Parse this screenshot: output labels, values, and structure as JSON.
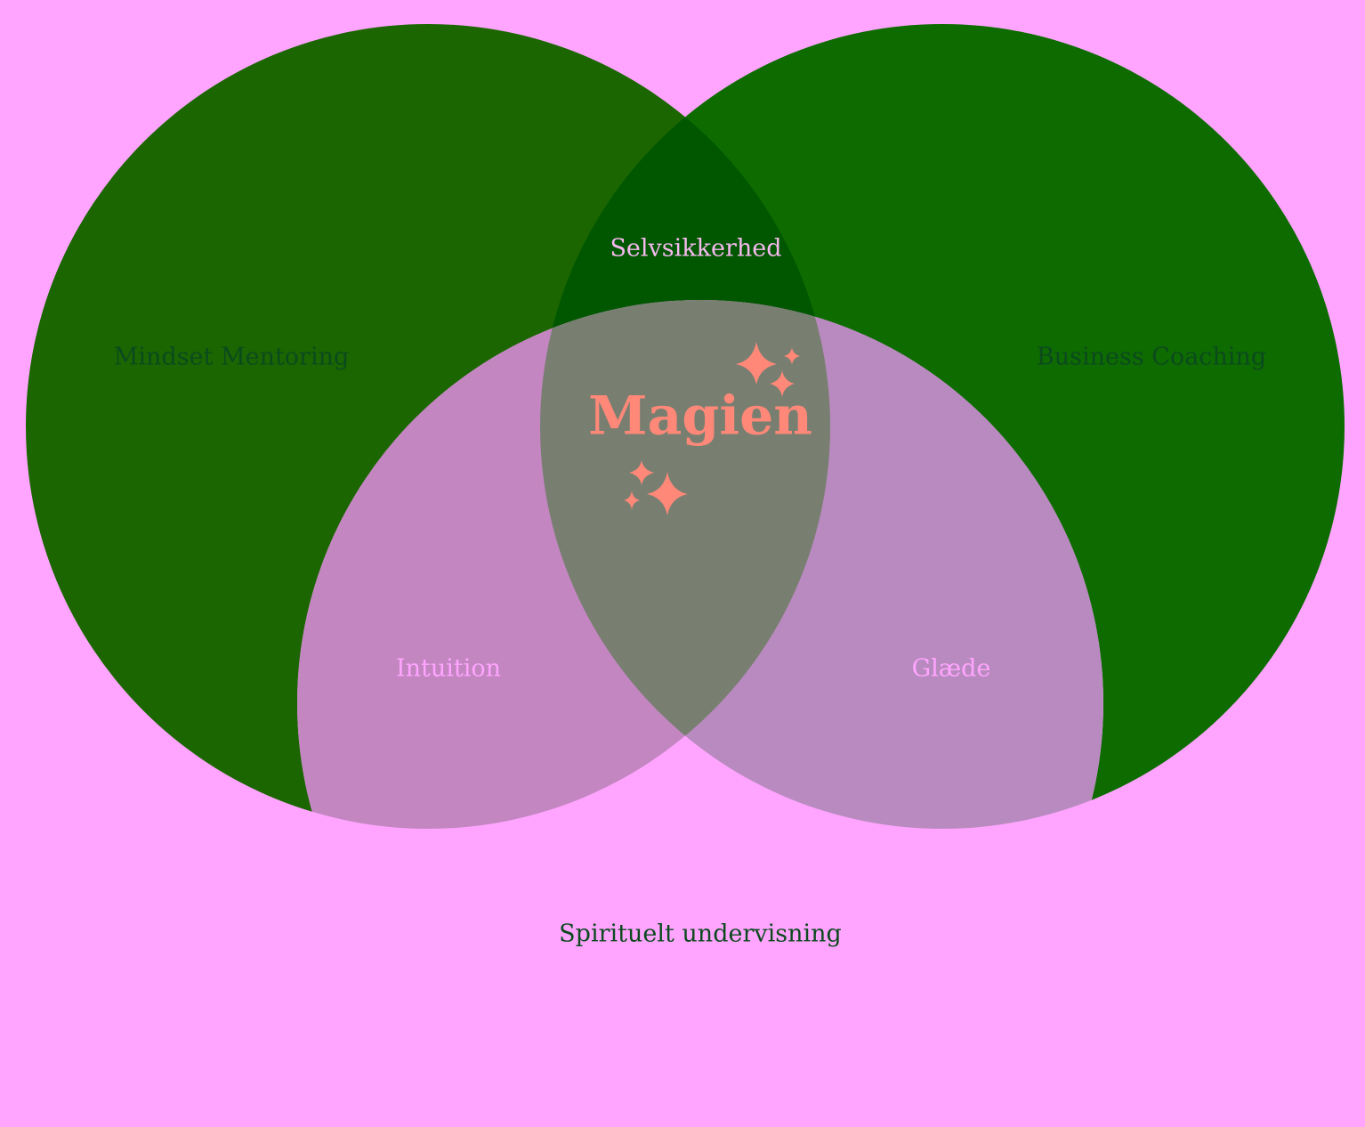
{
  "colors": {
    "background": "#ffa5ff",
    "circle_left": "#1b6600",
    "circle_right": "#0d6b00",
    "circle_bottom": "#ffa5ff",
    "overlap_top": "#005700",
    "overlap_left_bottom": "#c386c1",
    "overlap_right_bottom": "#b98abf",
    "overlap_center": "#787f71",
    "label_set_dark": "#0c4a1e",
    "label_pair_light": "#ffa5ff",
    "label_top_pair": "#f7b9ef",
    "center_accent": "#ff8878"
  },
  "diagram": {
    "type": "venn",
    "sets": [
      {
        "id": "left",
        "label": "Mindset Mentoring"
      },
      {
        "id": "right",
        "label": "Business Coaching"
      },
      {
        "id": "bottom",
        "label": "Spirituelt undervisning"
      }
    ],
    "intersections": [
      {
        "sets": [
          "left",
          "right"
        ],
        "label": "Selvsikkerhed"
      },
      {
        "sets": [
          "left",
          "bottom"
        ],
        "label": "Intuition"
      },
      {
        "sets": [
          "right",
          "bottom"
        ],
        "label": "Glæde"
      }
    ],
    "center": {
      "label": "Magien",
      "icon": "sparkles-icon"
    }
  }
}
